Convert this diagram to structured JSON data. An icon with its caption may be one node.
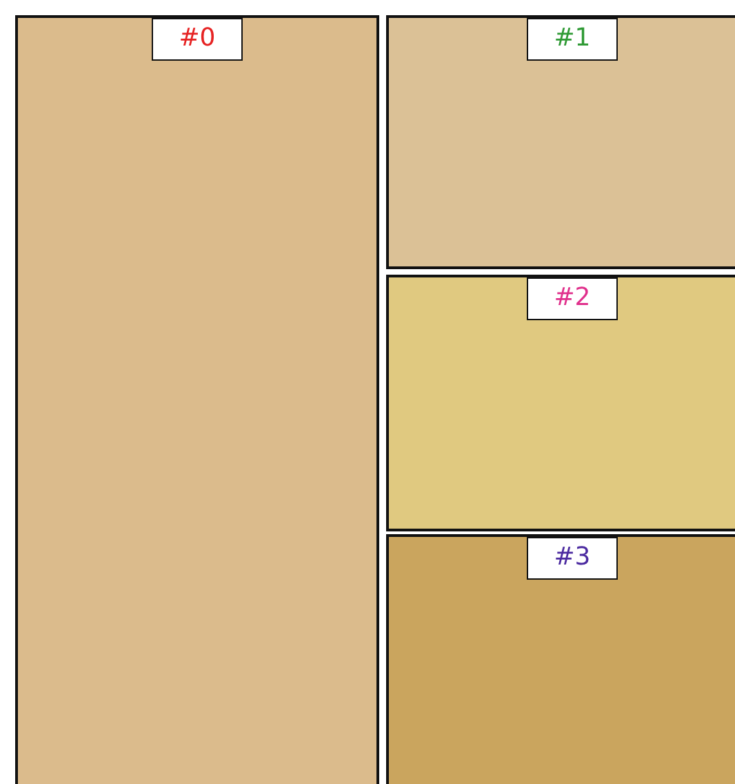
{
  "diagram": {
    "nodes": [
      {
        "text": [
          "#0"
        ]
      },
      {
        "text": [
          "#1"
        ]
      },
      {
        "text": [
          "#2"
        ]
      },
      {
        "text": [
          "#3"
        ]
      }
    ]
  }
}
